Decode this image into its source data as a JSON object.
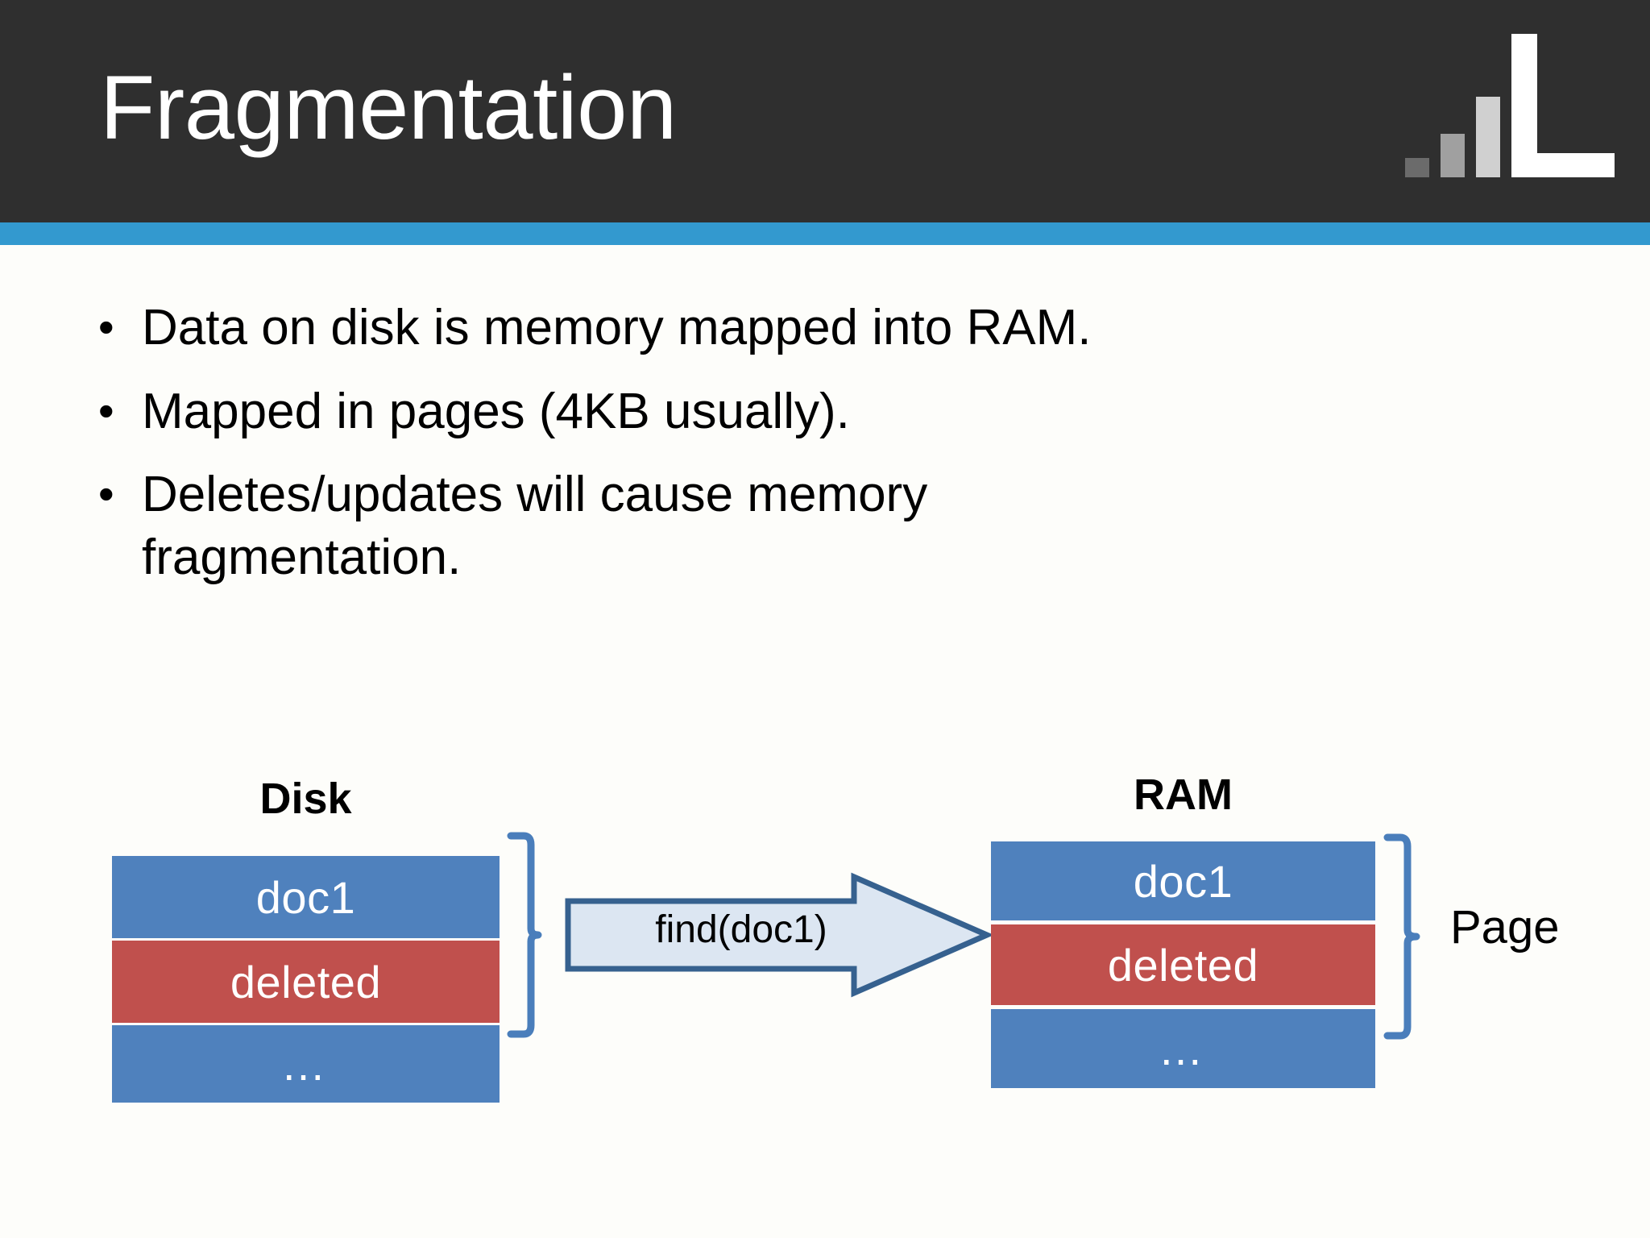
{
  "slide": {
    "title": "Fragmentation",
    "accent_color": "#3399cf",
    "header_color": "#2f2f2f",
    "background_color": "#fdfdfa"
  },
  "logo": {
    "name": "bar-chart-l-logo",
    "bars": [
      {
        "label": "bar-1",
        "color": "#6b6b6b"
      },
      {
        "label": "bar-2",
        "color": "#a0a0a0"
      },
      {
        "label": "bar-3",
        "color": "#d0d0d0"
      },
      {
        "label": "l-shape",
        "color": "#ffffff"
      }
    ]
  },
  "bullets": [
    {
      "marker": "•",
      "text": "Data on disk is memory mapped into RAM."
    },
    {
      "marker": "•",
      "text": "Mapped in pages (4KB usually)."
    },
    {
      "marker": "•",
      "text": "Deletes/updates will cause memory fragmentation."
    }
  ],
  "diagram": {
    "type": "memory-mapping-illustration",
    "disk": {
      "label": "Disk",
      "blocks": [
        {
          "text": "doc1",
          "state": "occupied",
          "color": "#4f81bd"
        },
        {
          "text": "deleted",
          "state": "deleted",
          "color": "#c0504d"
        },
        {
          "text": "…",
          "state": "more",
          "color": "#4f81bd"
        }
      ]
    },
    "ram": {
      "label": "RAM",
      "blocks": [
        {
          "text": "doc1",
          "state": "occupied",
          "color": "#4f81bd"
        },
        {
          "text": "deleted",
          "state": "deleted",
          "color": "#c0504d"
        },
        {
          "text": "…",
          "state": "more",
          "color": "#4f81bd"
        }
      ]
    },
    "arrow": {
      "label": "find(doc1)",
      "fill": "#dce6f2",
      "stroke": "#36618f"
    },
    "page_bracket": {
      "label": "Page",
      "color": "#4a7ebb"
    }
  }
}
